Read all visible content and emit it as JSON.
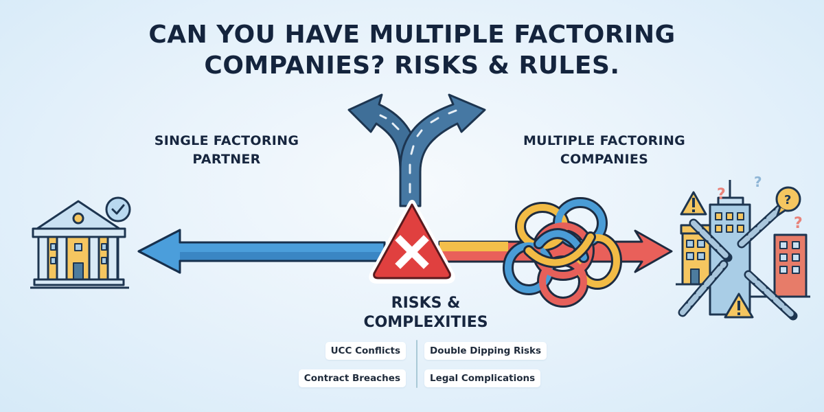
{
  "title": {
    "line1": "CAN YOU HAVE MULTIPLE FACTORING",
    "line2": "COMPANIES? RISKS & RULES."
  },
  "left_panel": {
    "label_line1": "SINGLE FACTORING",
    "label_line2": "PARTNER",
    "icon": "bank-building-with-checkmark-icon"
  },
  "right_panel": {
    "label_line1": "MULTIPLE FACTORING",
    "label_line2": "COMPANIES",
    "icon": "buildings-with-broken-chains-and-warnings-icon"
  },
  "center": {
    "label_line1": "RISKS &",
    "label_line2": "COMPLEXITIES",
    "icons": [
      "forked-road-icon",
      "warning-x-triangle-icon",
      "tangled-knot-icon"
    ]
  },
  "risks": [
    {
      "label": "UCC Conflicts"
    },
    {
      "label": "Double Dipping Risks"
    },
    {
      "label": "Contract Breaches"
    },
    {
      "label": "Legal Complications"
    }
  ],
  "colors": {
    "title": "#14243d",
    "left_arrow": "#4a9fd8",
    "road": "#3f6f98",
    "warning_red": "#e0403f",
    "rope_yellow": "#f2bb45",
    "rope_blue": "#4a9cd6",
    "rope_red": "#e6605a",
    "building_yellow": "#f5c660",
    "building_blue": "#a9cde6",
    "building_red": "#e77c69",
    "background": "#e6f1fa"
  }
}
